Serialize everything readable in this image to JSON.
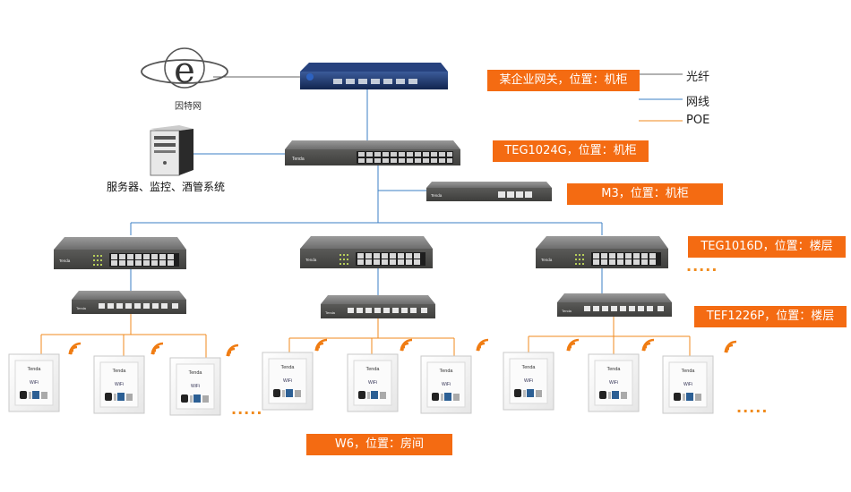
{
  "colors": {
    "accent": "#f46b12",
    "fiber": "#444444",
    "lan": "#3b7fc4",
    "poe": "#f08a1c"
  },
  "internet": {
    "label": "因特网"
  },
  "server": {
    "label": "服务器、监控、酒管系统"
  },
  "devices": {
    "brand": "Tenda",
    "panel_wifi": "WiFi"
  },
  "labels": {
    "gateway": "某企业网关，位置：机柜",
    "core": "TEG1024G，位置：机柜",
    "m3": "M3，位置：机柜",
    "floor_switch": "TEG1016D，位置：楼层",
    "poe_switch": "TEF1226P，位置：楼层",
    "ap": "W6，位置：房间"
  },
  "legend": {
    "fiber": "光纤",
    "lan": "网线",
    "poe": "POE"
  },
  "more": "....."
}
